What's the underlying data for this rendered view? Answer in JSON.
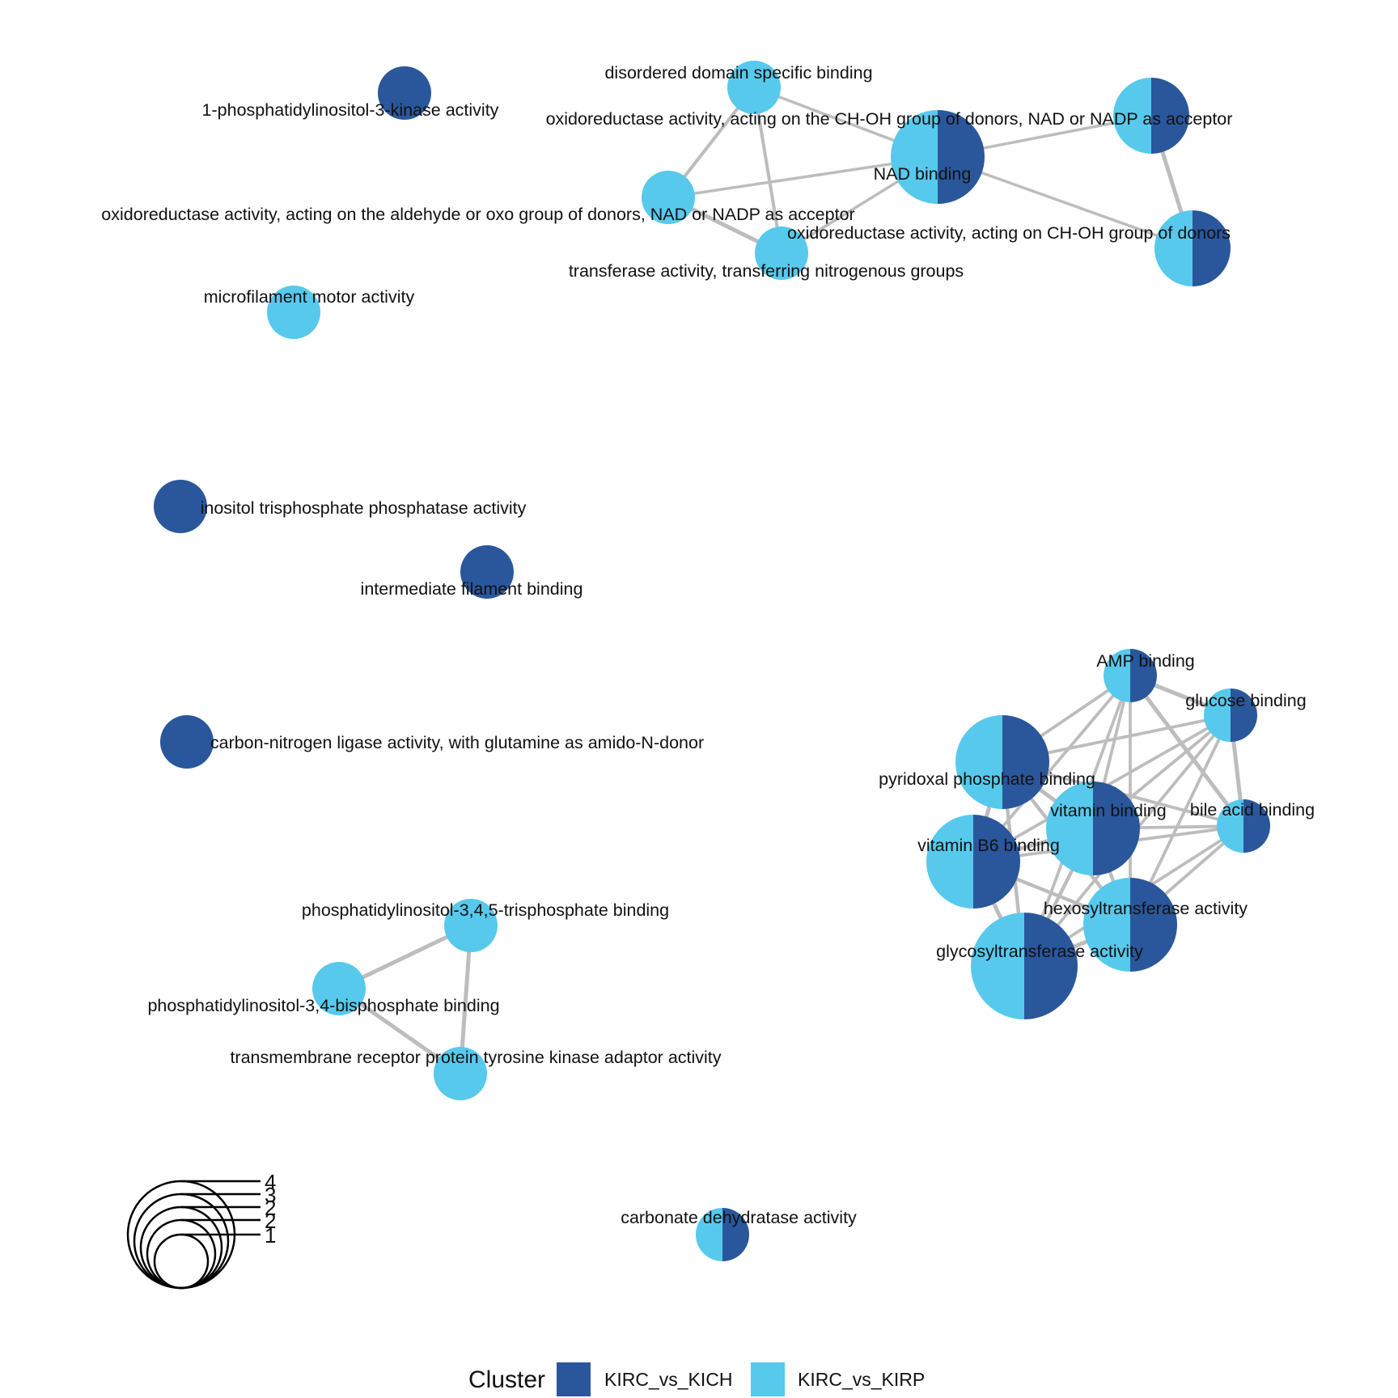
{
  "colors": {
    "KIRC_vs_KICH": "#2A579C",
    "KIRC_vs_KIRP": "#57C9EC",
    "edge": "#BDBDBD"
  },
  "legend": {
    "title": "Cluster",
    "items": [
      {
        "key": "KIRC_vs_KICH",
        "label": "KIRC_vs_KICH"
      },
      {
        "key": "KIRC_vs_KIRP",
        "label": "KIRC_vs_KIRP"
      }
    ]
  },
  "size_legend": {
    "values": [
      "1",
      "2",
      "2",
      "3",
      "4"
    ]
  },
  "nodes": [
    {
      "id": "pi3k",
      "label": "1-phosphatidylinositol-3-kinase activity",
      "clusters": [
        "KIRC_vs_KICH"
      ],
      "count": 1
    },
    {
      "id": "disordered",
      "label": "disordered domain specific binding",
      "clusters": [
        "KIRC_vs_KIRP"
      ],
      "count": 1
    },
    {
      "id": "oxido_chohnad",
      "label": "oxidoreductase activity, acting on the CH-OH group of donors, NAD or NADP as acceptor",
      "clusters": [
        "KIRC_vs_KIRP",
        "KIRC_vs_KICH"
      ],
      "count": 2
    },
    {
      "id": "nad",
      "label": "NAD binding",
      "clusters": [
        "KIRC_vs_KIRP",
        "KIRC_vs_KICH"
      ],
      "count": 4
    },
    {
      "id": "oxido_aldehyde",
      "label": "oxidoreductase activity, acting on the aldehyde or oxo group of donors, NAD or NADP as acceptor",
      "clusters": [
        "KIRC_vs_KIRP"
      ],
      "count": 1
    },
    {
      "id": "oxido_choh",
      "label": "oxidoreductase activity, acting on CH-OH group of donors",
      "clusters": [
        "KIRC_vs_KIRP",
        "KIRC_vs_KICH"
      ],
      "count": 2
    },
    {
      "id": "transferase_n",
      "label": "transferase activity, transferring nitrogenous groups",
      "clusters": [
        "KIRC_vs_KIRP"
      ],
      "count": 1
    },
    {
      "id": "microfilament",
      "label": "microfilament motor activity",
      "clusters": [
        "KIRC_vs_KIRP"
      ],
      "count": 1
    },
    {
      "id": "inositol",
      "label": "inositol trisphosphate phosphatase activity",
      "clusters": [
        "KIRC_vs_KICH"
      ],
      "count": 1
    },
    {
      "id": "intermediate",
      "label": "intermediate filament binding",
      "clusters": [
        "KIRC_vs_KICH"
      ],
      "count": 1
    },
    {
      "id": "cn_ligase",
      "label": "carbon-nitrogen ligase activity, with glutamine as amido-N-donor",
      "clusters": [
        "KIRC_vs_KICH"
      ],
      "count": 1
    },
    {
      "id": "amp",
      "label": "AMP binding",
      "clusters": [
        "KIRC_vs_KIRP",
        "KIRC_vs_KICH"
      ],
      "count": 1
    },
    {
      "id": "glucose",
      "label": "glucose binding",
      "clusters": [
        "KIRC_vs_KIRP",
        "KIRC_vs_KICH"
      ],
      "count": 1
    },
    {
      "id": "pyridoxal",
      "label": "pyridoxal phosphate binding",
      "clusters": [
        "KIRC_vs_KIRP",
        "KIRC_vs_KICH"
      ],
      "count": 4
    },
    {
      "id": "vitamin",
      "label": "vitamin binding",
      "clusters": [
        "KIRC_vs_KIRP",
        "KIRC_vs_KICH"
      ],
      "count": 4
    },
    {
      "id": "bile",
      "label": "bile acid binding",
      "clusters": [
        "KIRC_vs_KIRP",
        "KIRC_vs_KICH"
      ],
      "count": 1
    },
    {
      "id": "vitb6",
      "label": "vitamin B6 binding",
      "clusters": [
        "KIRC_vs_KIRP",
        "KIRC_vs_KICH"
      ],
      "count": 4
    },
    {
      "id": "hexosyl",
      "label": "hexosyltransferase activity",
      "clusters": [
        "KIRC_vs_KIRP",
        "KIRC_vs_KICH"
      ],
      "count": 4
    },
    {
      "id": "glycosyl",
      "label": "glycosyltransferase activity",
      "clusters": [
        "KIRC_vs_KIRP",
        "KIRC_vs_KICH"
      ],
      "count": 5
    },
    {
      "id": "pip3",
      "label": "phosphatidylinositol-3,4,5-trisphosphate binding",
      "clusters": [
        "KIRC_vs_KIRP"
      ],
      "count": 1
    },
    {
      "id": "pip2",
      "label": "phosphatidylinositol-3,4-bisphosphate binding",
      "clusters": [
        "KIRC_vs_KIRP"
      ],
      "count": 1
    },
    {
      "id": "tmrtk",
      "label": "transmembrane receptor protein tyrosine kinase adaptor activity",
      "clusters": [
        "KIRC_vs_KIRP"
      ],
      "count": 1
    },
    {
      "id": "carbonate",
      "label": "carbonate dehydratase activity",
      "clusters": [
        "KIRC_vs_KIRP",
        "KIRC_vs_KICH"
      ],
      "count": 1
    }
  ],
  "edges": [
    {
      "source": "disordered",
      "target": "nad",
      "weight": 0.5
    },
    {
      "source": "disordered",
      "target": "oxido_aldehyde",
      "weight": 0.7
    },
    {
      "source": "disordered",
      "target": "transferase_n",
      "weight": 0.7
    },
    {
      "source": "oxido_aldehyde",
      "target": "nad",
      "weight": 0.5
    },
    {
      "source": "oxido_aldehyde",
      "target": "transferase_n",
      "weight": 1.0
    },
    {
      "source": "transferase_n",
      "target": "nad",
      "weight": 0.5
    },
    {
      "source": "nad",
      "target": "oxido_chohnad",
      "weight": 0.5
    },
    {
      "source": "nad",
      "target": "oxido_choh",
      "weight": 0.5
    },
    {
      "source": "oxido_chohnad",
      "target": "oxido_choh",
      "weight": 1.0
    },
    {
      "source": "amp",
      "target": "glucose",
      "weight": 1.0
    },
    {
      "source": "amp",
      "target": "pyridoxal",
      "weight": 0.6
    },
    {
      "source": "amp",
      "target": "vitamin",
      "weight": 0.6
    },
    {
      "source": "amp",
      "target": "bile",
      "weight": 1.0
    },
    {
      "source": "amp",
      "target": "vitb6",
      "weight": 0.6
    },
    {
      "source": "amp",
      "target": "hexosyl",
      "weight": 0.6
    },
    {
      "source": "amp",
      "target": "glycosyl",
      "weight": 0.6
    },
    {
      "source": "glucose",
      "target": "pyridoxal",
      "weight": 0.6
    },
    {
      "source": "glucose",
      "target": "vitamin",
      "weight": 0.6
    },
    {
      "source": "glucose",
      "target": "bile",
      "weight": 1.0
    },
    {
      "source": "glucose",
      "target": "vitb6",
      "weight": 0.6
    },
    {
      "source": "glucose",
      "target": "hexosyl",
      "weight": 0.6
    },
    {
      "source": "glucose",
      "target": "glycosyl",
      "weight": 0.6
    },
    {
      "source": "pyridoxal",
      "target": "vitamin",
      "weight": 1.0
    },
    {
      "source": "pyridoxal",
      "target": "bile",
      "weight": 0.6
    },
    {
      "source": "pyridoxal",
      "target": "vitb6",
      "weight": 1.0
    },
    {
      "source": "pyridoxal",
      "target": "hexosyl",
      "weight": 0.8
    },
    {
      "source": "pyridoxal",
      "target": "glycosyl",
      "weight": 0.8
    },
    {
      "source": "vitamin",
      "target": "bile",
      "weight": 0.6
    },
    {
      "source": "vitamin",
      "target": "vitb6",
      "weight": 1.0
    },
    {
      "source": "vitamin",
      "target": "hexosyl",
      "weight": 0.8
    },
    {
      "source": "vitamin",
      "target": "glycosyl",
      "weight": 0.8
    },
    {
      "source": "bile",
      "target": "vitb6",
      "weight": 0.6
    },
    {
      "source": "bile",
      "target": "hexosyl",
      "weight": 0.6
    },
    {
      "source": "bile",
      "target": "glycosyl",
      "weight": 0.6
    },
    {
      "source": "vitb6",
      "target": "hexosyl",
      "weight": 0.8
    },
    {
      "source": "vitb6",
      "target": "glycosyl",
      "weight": 1.0
    },
    {
      "source": "hexosyl",
      "target": "glycosyl",
      "weight": 1.0
    },
    {
      "source": "pip3",
      "target": "pip2",
      "weight": 1.0
    },
    {
      "source": "pip3",
      "target": "tmrtk",
      "weight": 1.0
    },
    {
      "source": "pip2",
      "target": "tmrtk",
      "weight": 1.0
    }
  ]
}
